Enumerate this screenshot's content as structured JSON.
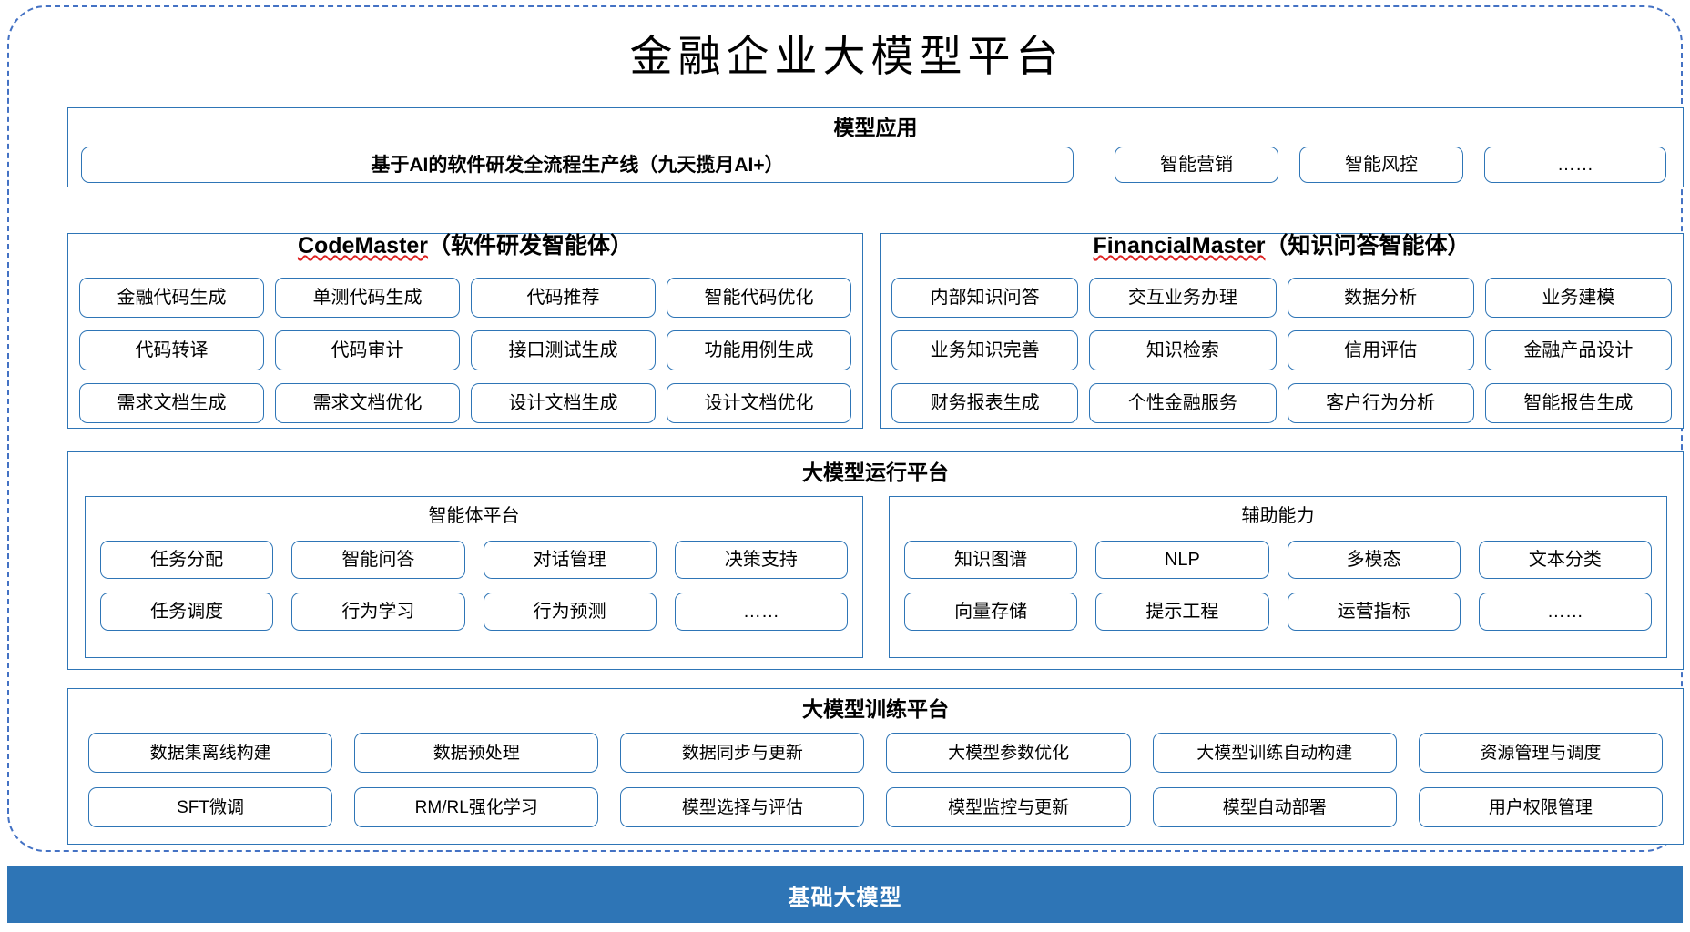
{
  "title": "金融企业大模型平台",
  "model_application": {
    "title": "模型应用",
    "items": [
      {
        "label": "基于AI的软件研发全流程生产线（九天揽月AI+）"
      },
      {
        "label": "智能营销"
      },
      {
        "label": "智能风控"
      },
      {
        "label": "……"
      }
    ]
  },
  "agents": [
    {
      "name_en": "CodeMaster",
      "name_cn": "（软件研发智能体）",
      "items": [
        "金融代码生成",
        "单测代码生成",
        "代码推荐",
        "智能代码优化",
        "代码转译",
        "代码审计",
        "接口测试生成",
        "功能用例生成",
        "需求文档生成",
        "需求文档优化",
        "设计文档生成",
        "设计文档优化"
      ]
    },
    {
      "name_en": "FinancialMaster",
      "name_cn": "（知识问答智能体）",
      "items": [
        "内部知识问答",
        "交互业务办理",
        "数据分析",
        "业务建模",
        "业务知识完善",
        "知识检索",
        "信用评估",
        "金融产品设计",
        "财务报表生成",
        "个性金融服务",
        "客户行为分析",
        "智能报告生成"
      ]
    }
  ],
  "run_platform": {
    "title": "大模型运行平台",
    "sub_panels": [
      {
        "title": "智能体平台",
        "items": [
          "任务分配",
          "智能问答",
          "对话管理",
          "决策支持",
          "任务调度",
          "行为学习",
          "行为预测",
          "……"
        ]
      },
      {
        "title": "辅助能力",
        "items": [
          "知识图谱",
          "NLP",
          "多模态",
          "文本分类",
          "向量存储",
          "提示工程",
          "运营指标",
          "……"
        ]
      }
    ]
  },
  "train_platform": {
    "title": "大模型训练平台",
    "items": [
      "数据集离线构建",
      "数据预处理",
      "数据同步与更新",
      "大模型参数优化",
      "大模型训练自动构建",
      "资源管理与调度",
      "SFT微调",
      "RM/RL强化学习",
      "模型选择与评估",
      "模型监控与更新",
      "模型自动部署",
      "用户权限管理"
    ]
  },
  "foundation": {
    "label": "基础大模型"
  },
  "colors": {
    "border_blue": "#2E75B6",
    "frame_blue": "#4472C4",
    "bar_blue": "#2E75B6",
    "spellcheck_red": "#dd2222"
  }
}
